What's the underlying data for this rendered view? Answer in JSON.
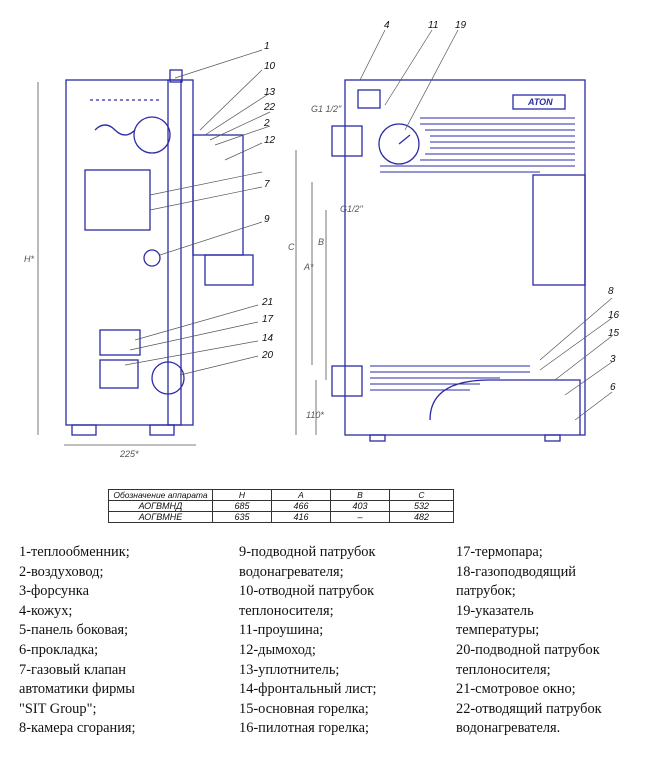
{
  "drawing": {
    "side_callouts": [
      "1",
      "10",
      "13",
      "22",
      "2",
      "12",
      "7",
      "9",
      "21",
      "17",
      "14",
      "20"
    ],
    "side_dims": {
      "height": "H*",
      "width": "225*"
    },
    "front_callouts": [
      "4",
      "11",
      "19",
      "8",
      "16",
      "15",
      "3",
      "6"
    ],
    "front_labels": {
      "top_pipe": "G1 1/2\"",
      "mid_pipe": "G1/2\"",
      "brand": "ATON"
    },
    "front_dims": {
      "c": "C",
      "b": "B",
      "a": "A*",
      "base": "110*"
    }
  },
  "table": {
    "headers": [
      "Обозначение аппарата",
      "H",
      "A",
      "B",
      "C"
    ],
    "rows": [
      [
        "АОГВМНД",
        "685",
        "466",
        "403",
        "532"
      ],
      [
        "АОГВМНЕ",
        "635",
        "416",
        "–",
        "482"
      ]
    ]
  },
  "legend": {
    "col1": [
      "1-теплообменник;",
      "2-воздуховод;",
      "3-форсунка",
      "4-кожух;",
      "5-панель боковая;",
      "6-прокладка;",
      "7-газовый клапан",
      "автоматики фирмы",
      "\"SIT Group\";",
      "8-камера сгорания;"
    ],
    "col2": [
      "9-подводной патрубок",
      "водонагревателя;",
      "10-отводной патрубок",
      "теплоносителя;",
      "11-проушина;",
      "12-дымоход;",
      "13-уплотнитель;",
      "14-фронтальный лист;",
      "15-основная горелка;",
      "16-пилотная горелка;"
    ],
    "col3": [
      "17-термопара;",
      "18-газоподводящий",
      "патрубок;",
      "19-указатель",
      "температуры;",
      "20-подводной патрубок",
      "теплоносителя;",
      "21-смотровое окно;",
      "22-отводящий патрубок",
      "водонагревателя."
    ]
  },
  "colors": {
    "line": "#2b2ba8",
    "dim": "#555555",
    "text": "#111111"
  }
}
